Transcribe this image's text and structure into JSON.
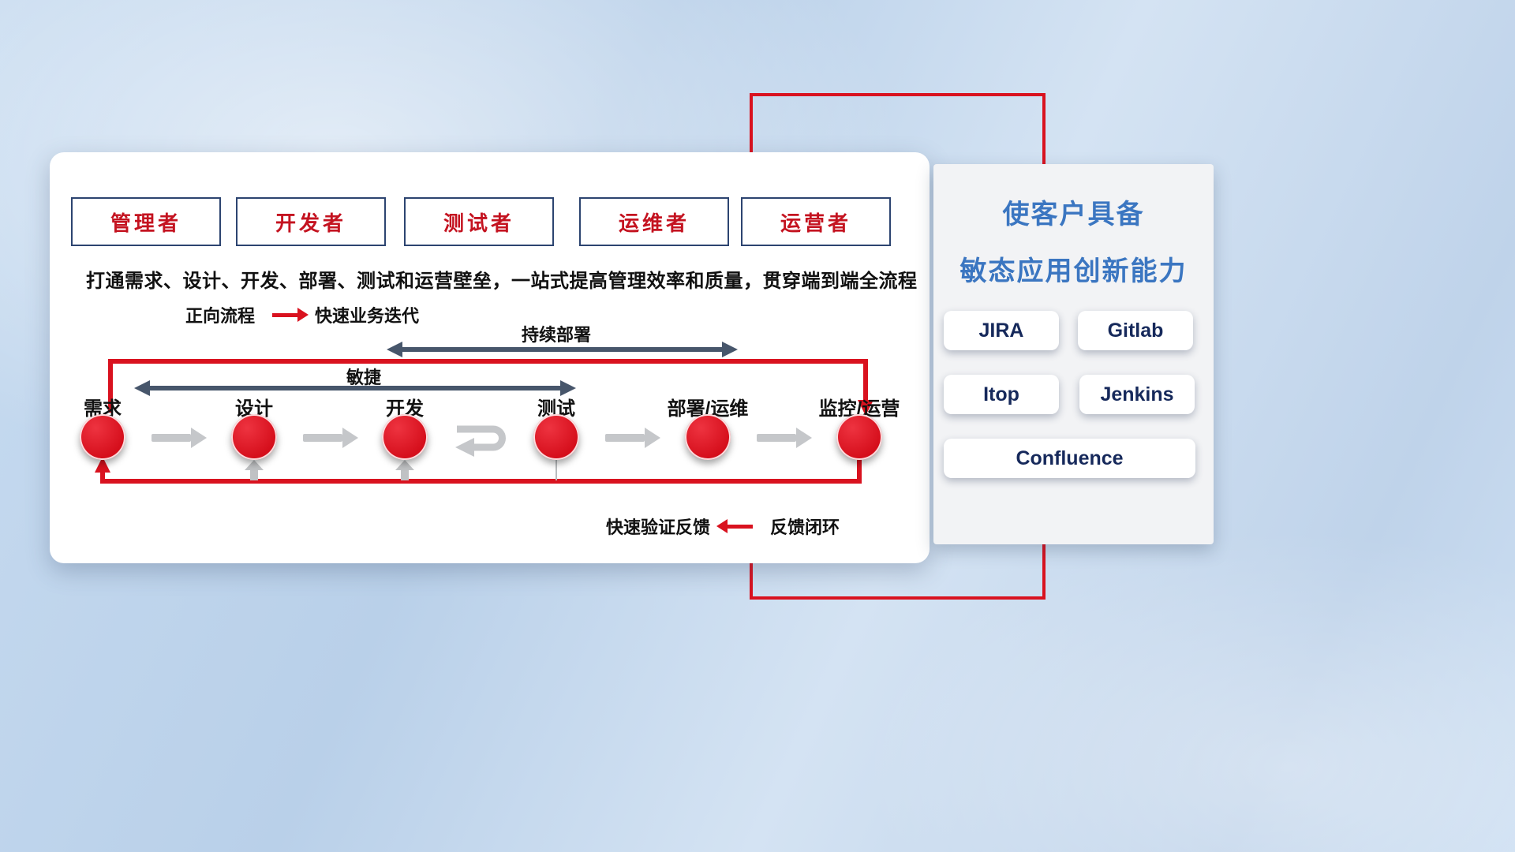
{
  "card": {
    "roles": [
      {
        "label": "管理者"
      },
      {
        "label": "开发者"
      },
      {
        "label": "测试者"
      },
      {
        "label": "运维者"
      },
      {
        "label": "运营者"
      }
    ],
    "description": "打通需求、设计、开发、部署、测试和运营壁垒，一站式提高管理效率和质量，贯穿端到端全流程",
    "forward_legend": {
      "label": "正向流程",
      "value": "快速业务迭代"
    },
    "feedback_legend": {
      "label": "快速验证反馈",
      "value": "反馈闭环"
    },
    "flow": {
      "continuous_deploy_label": "持续部署",
      "agile_label": "敏捷",
      "stages": [
        {
          "label": "需求"
        },
        {
          "label": "设计"
        },
        {
          "label": "开发"
        },
        {
          "label": "测试"
        },
        {
          "label": "部署/运维"
        },
        {
          "label": "监控/运营"
        }
      ]
    }
  },
  "panel": {
    "title_line1": "使客户具备",
    "title_line2": "敏态应用创新能力",
    "tools": [
      {
        "label": "JIRA"
      },
      {
        "label": "Gitlab"
      },
      {
        "label": "Itop"
      },
      {
        "label": "Jenkins"
      },
      {
        "label": "Confluence"
      }
    ]
  },
  "colors": {
    "accent_red": "#d9121f",
    "title_blue": "#3b76c1",
    "tool_text_navy": "#16295b",
    "role_text_red": "#c41320",
    "role_border_navy": "#2c4470",
    "dark_span_arrow": "#47566b",
    "gray_flow_arrow": "#c5c7ca"
  }
}
